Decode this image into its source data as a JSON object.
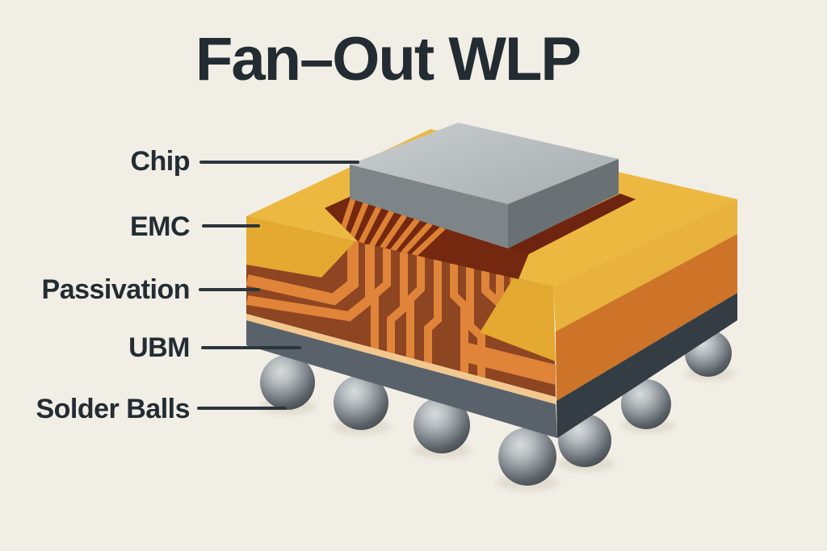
{
  "title": "Fan–Out WLP",
  "labels": [
    {
      "id": "chip",
      "text": "Chip"
    },
    {
      "id": "emc",
      "text": "EMC"
    },
    {
      "id": "passivation",
      "text": "Passivation"
    },
    {
      "id": "ubm",
      "text": "UBM"
    },
    {
      "id": "solder-balls",
      "text": "Solder Balls"
    }
  ],
  "diagram": {
    "subject": "Fan-Out Wafer Level Package cutaway",
    "solder_balls_visible": 7,
    "rdl_traces_visible": 11
  },
  "colors": {
    "background": "#F1EEE6",
    "title_text": "#232C32",
    "label_text": "#232C32",
    "leader_line": "#2B353B",
    "emc_top": "#ECB840",
    "emc_front_wedge": "#E3A930",
    "emc_right": "#E8B23C",
    "mold_orange_right": "#CE7428",
    "passivation_brown": "#8E4521",
    "cavity_brown": "#74280F",
    "groove_brown": "#6E2410",
    "trace_orange": "#E0843A",
    "trace_ridge_orange": "#DD8134",
    "cream_layer": "#F2C88F",
    "ubm_front": "#59616A",
    "ubm_right": "#343C44",
    "chip_top": "#BEC3C5",
    "chip_front": "#7E8589",
    "chip_right": "#6A7175",
    "ball_light": "#D5D8DA",
    "ball_dark": "#454C52",
    "ball_shadow": "#DCD7C8"
  }
}
